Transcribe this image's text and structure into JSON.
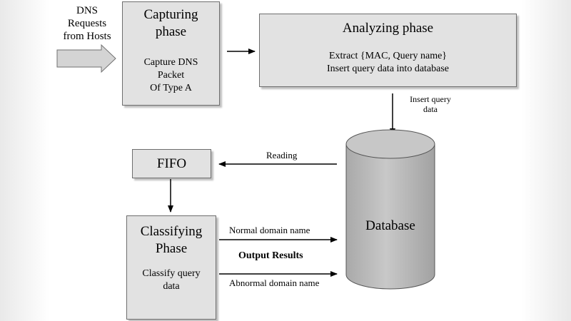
{
  "input_label": "DNS\nRequests\nfrom Hosts",
  "capturing": {
    "title": "Capturing\nphase",
    "body": "Capture DNS\nPacket\nOf Type A"
  },
  "analyzing": {
    "title": "Analyzing phase",
    "body": "Extract {MAC, Query name}\nInsert query data into database"
  },
  "insert_label": "Insert query\ndata",
  "database": {
    "label": "Database"
  },
  "reading_label": "Reading",
  "fifo": {
    "title": "FIFO"
  },
  "classifying": {
    "title": "Classifying\nPhase",
    "body": "Classify query\ndata"
  },
  "outputs": {
    "normal_label": "Normal domain name",
    "results_label": "Output Results",
    "abnormal_label": "Abnormal domain name"
  },
  "colors": {
    "box_fill": "#e2e2e2",
    "database_fill": "#bcbcbc",
    "arrow": "#000000"
  }
}
